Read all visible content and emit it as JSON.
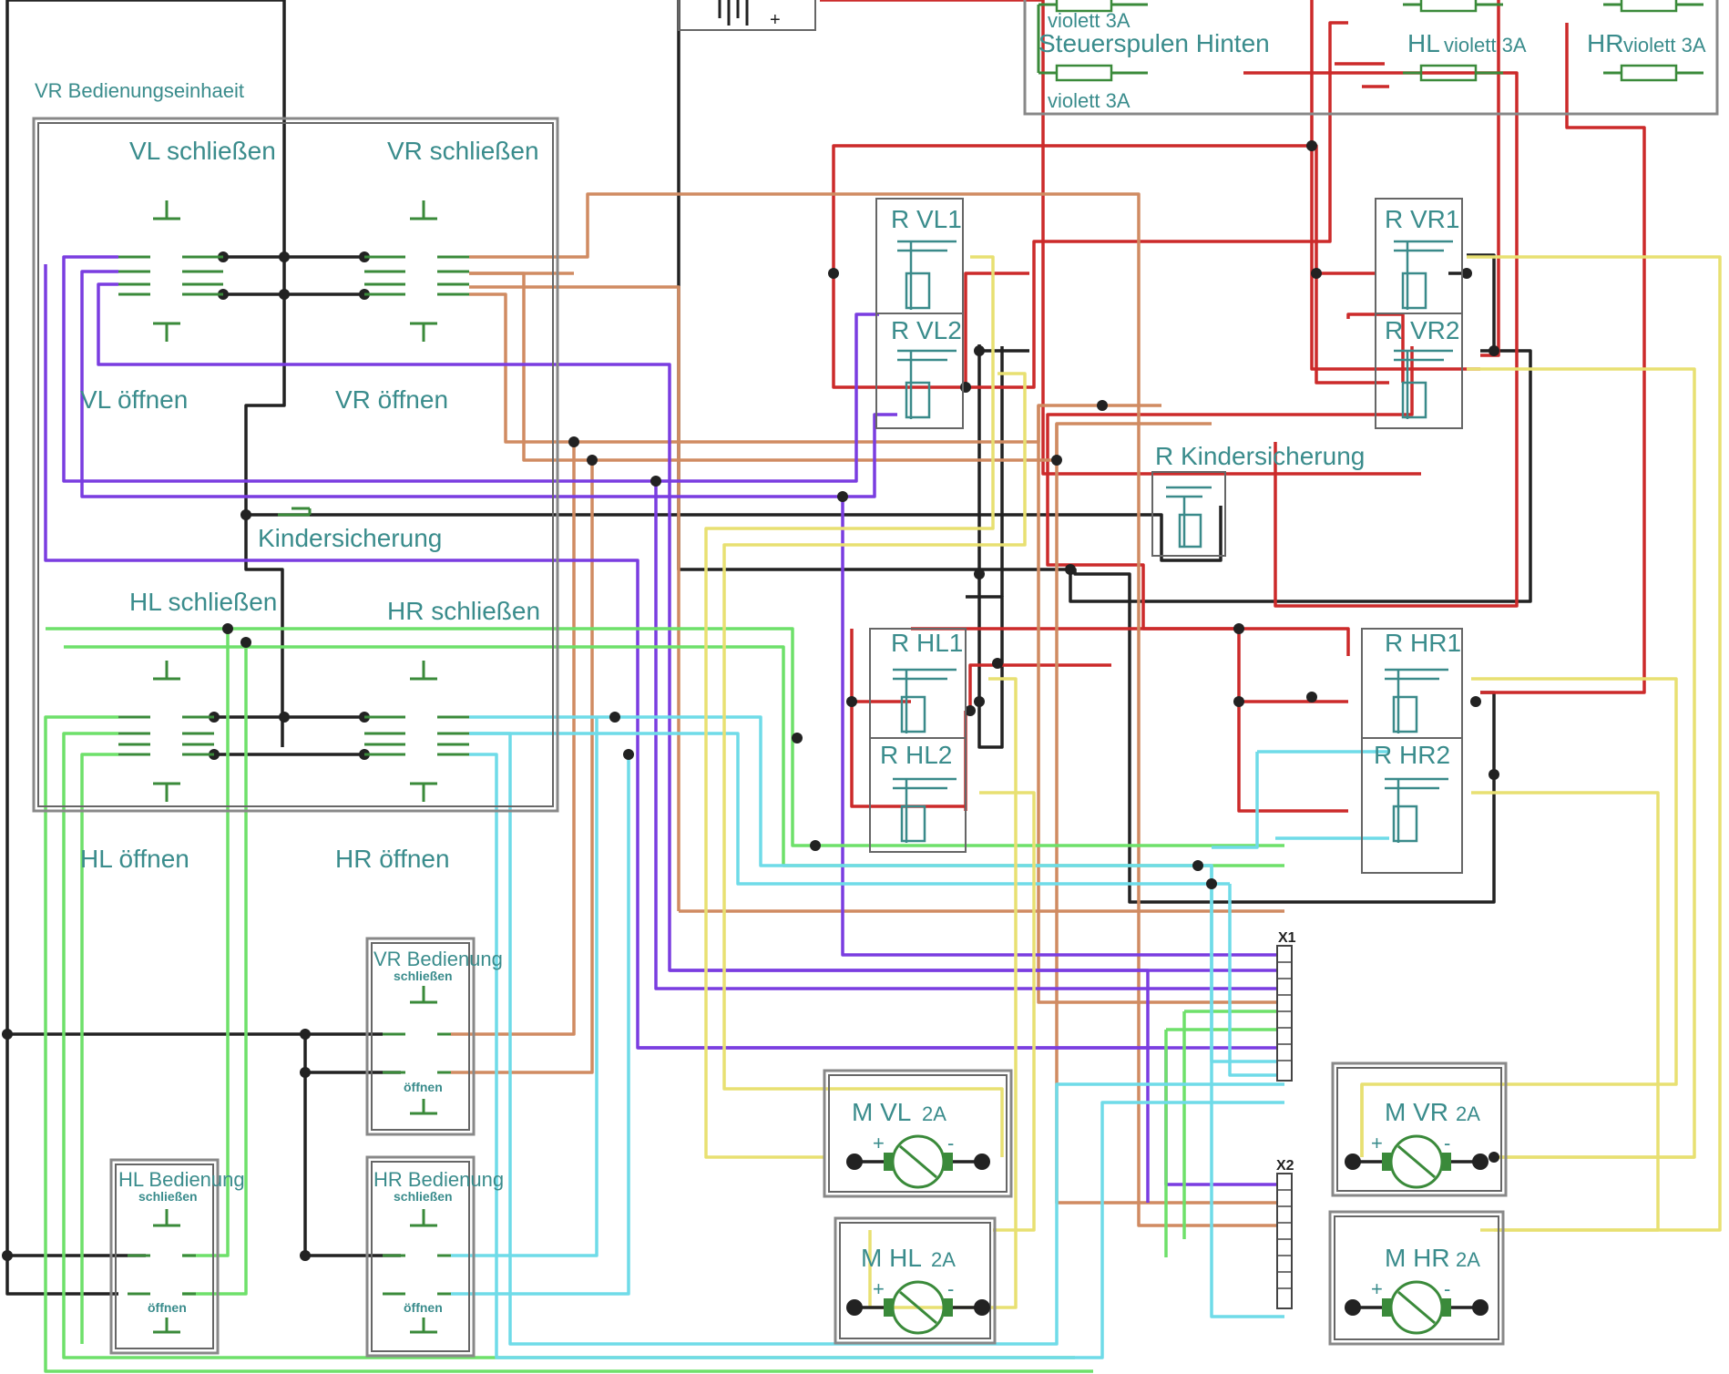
{
  "labels": {
    "vr_unit": "VR Bedienungseinhaeit",
    "vl_close": "VL schließen",
    "vr_close": "VR schließen",
    "vl_open": "VL öffnen",
    "vr_open": "VR öffnen",
    "child_lock": "Kindersicherung",
    "hl_close": "HL schließen",
    "hr_close": "HR schließen",
    "hl_open": "HL öffnen",
    "hr_open": "HR öffnen",
    "rear_coils": "Steuerspulen Hinten",
    "violet_top": "violett 3A",
    "violet_bottom": "violett 3A",
    "hl_fuse_main": "HL",
    "hl_fuse_sub": "violett 3A",
    "hr_fuse_main": "HR",
    "hr_fuse_sub": "violett 3A",
    "battery_plus": "+",
    "r_vl1": "R VL1",
    "r_vl2": "R VL2",
    "r_vr1": "R VR1",
    "r_vr2": "R VR2",
    "r_hl1": "R HL1",
    "r_hl2": "R HL2",
    "r_hr1": "R HR1",
    "r_hr2": "R HR2",
    "r_child_lock": "R Kindersicherung",
    "x1": "X1",
    "x2": "X2",
    "vr_op_title": "VR Bedienung",
    "vr_op_close": "schließen",
    "vr_op_open": "öffnen",
    "hl_op_title": "HL Bedienung",
    "hl_op_close": "schließen",
    "hl_op_open": "öffnen",
    "hr_op_title": "HR Bedienung",
    "hr_op_close": "schließen",
    "hr_op_open": "öffnen",
    "m_vl": "M VL",
    "m_vl_rating": "2A",
    "m_vr": "M VR",
    "m_vr_rating": "2A",
    "m_hl": "M HL",
    "m_hl_rating": "2A",
    "m_hr": "M HR",
    "m_hr_rating": "2A",
    "plus": "+",
    "minus": "-"
  },
  "colors": {
    "label": "#3a8c8c",
    "wire_black": "#222222",
    "wire_red": "#cc2a2a",
    "wire_orange": "#d08b62",
    "wire_purple": "#7a3de0",
    "wire_green": "#6ee06a",
    "wire_cyan": "#6fdbe8",
    "wire_yellow": "#e8e072",
    "switch_green": "#3a8a3a"
  }
}
